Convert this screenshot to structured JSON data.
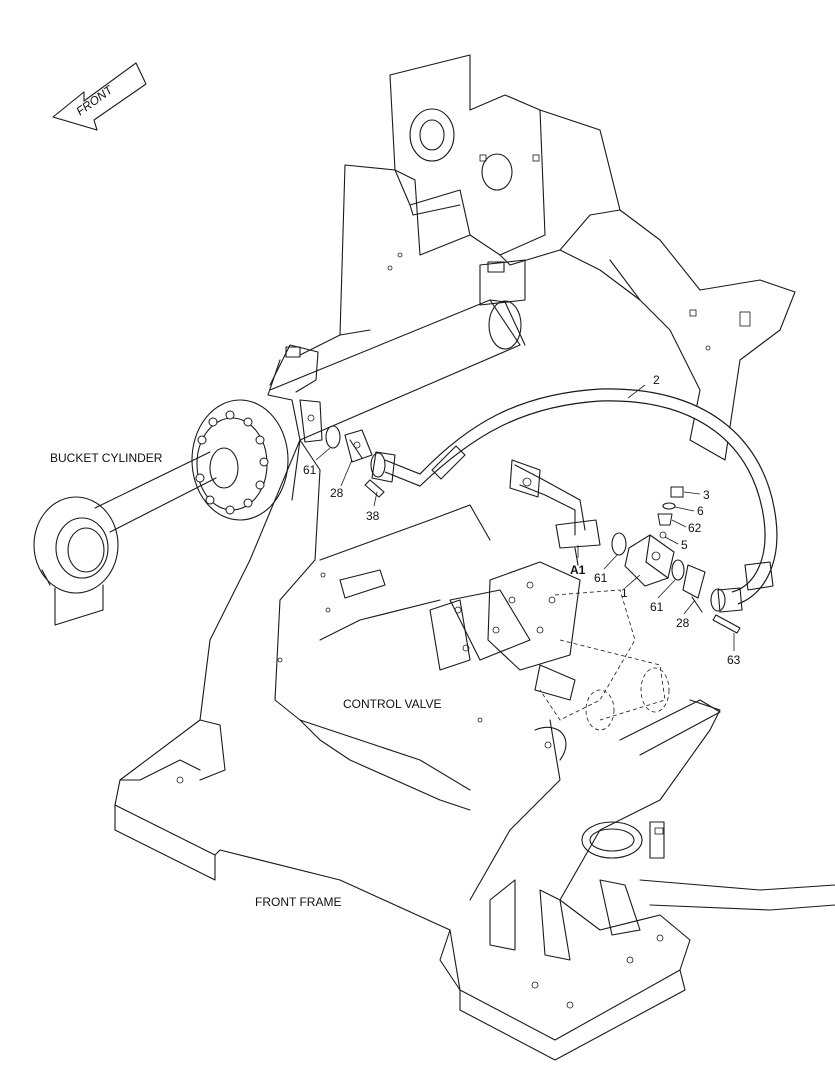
{
  "orientation": {
    "arrow_label": "FRONT"
  },
  "labels": {
    "bucket_cylinder": "BUCKET CYLINDER",
    "control_valve": "CONTROL VALVE",
    "front_frame": "FRONT FRAME"
  },
  "callouts": {
    "c1": "1",
    "c2": "2",
    "c3": "3",
    "c5": "5",
    "c6": "6",
    "c28a": "28",
    "c28b": "28",
    "c38": "38",
    "c61a": "61",
    "c61b": "61",
    "c61c": "61",
    "c62": "62",
    "c63": "63",
    "a1": "A1"
  }
}
